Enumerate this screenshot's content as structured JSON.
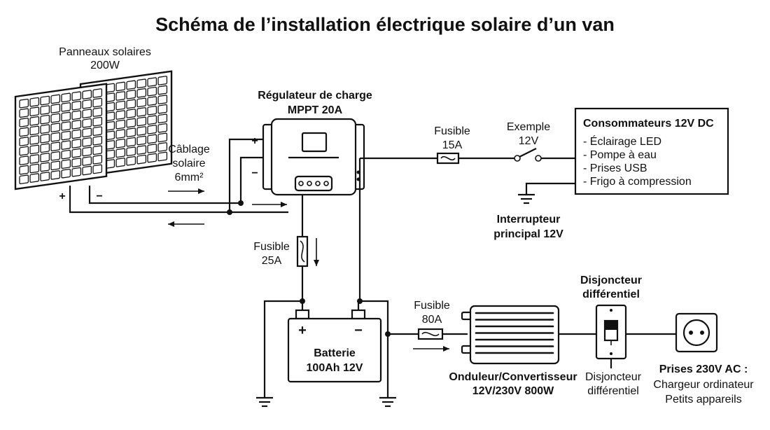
{
  "title": "Schéma de l’installation électrique solaire d’un van",
  "panels": {
    "line1": "Panneaux solaires",
    "line2": "200W",
    "plus": "+",
    "minus": "−"
  },
  "cabling": {
    "line1": "Câblage",
    "line2": "solaire",
    "line3": "6mm²"
  },
  "controller": {
    "line1": "Régulateur de charge",
    "line2": "MPPT 20A",
    "plus": "+",
    "minus": "−"
  },
  "fuse25": {
    "line1": "Fusible",
    "line2": "25A"
  },
  "fuse15": {
    "line1": "Fusible",
    "line2": "15A"
  },
  "fuse80": {
    "line1": "Fusible",
    "line2": "80A"
  },
  "switch": {
    "line1": "Exemple",
    "line2": "12V"
  },
  "main_switch": {
    "line1": "Interrupteur",
    "line2": "principal 12V"
  },
  "consumers": {
    "title": "Consommateurs 12V DC",
    "items": [
      "- Éclairage LED",
      "- Pompe à eau",
      "- Prises USB",
      "- Frigo à compression"
    ]
  },
  "battery": {
    "plus": "+",
    "minus": "−",
    "line1": "Batterie",
    "line2": "100Ah 12V"
  },
  "inverter": {
    "line1": "Onduleur/Convertisseur",
    "line2": "12V/230V 800W"
  },
  "breaker": {
    "top1": "Disjoncteur",
    "top2": "différentiel",
    "bottom1": "Disjoncteur",
    "bottom2": "différentiel"
  },
  "outlet": {
    "line1": "Prises 230V AC :",
    "line2": "Chargeur ordinateur",
    "line3": "Petits appareils"
  }
}
